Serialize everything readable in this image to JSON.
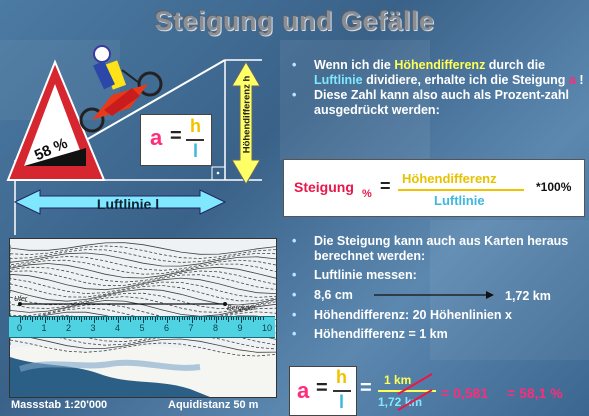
{
  "title": "Steigung und Gefälle",
  "sign_text": "58 %",
  "luftlinie_label": "Luftlinie l",
  "height_label": "Höhendifferenz h",
  "small_formula": {
    "lhs": "a",
    "eq": "=",
    "num": "h",
    "den": "l"
  },
  "bullets_top": [
    {
      "pre": "Wenn ich die ",
      "hl1": "Höhendifferenz",
      "mid": " durch die ",
      "hl2": "Luftlinie",
      "post": " dividiere, erhalte ich die Steigung ",
      "hl3": "a",
      "end": " !"
    },
    {
      "text": "Diese Zahl kann also auch als Prozent-zahl ausgedrückt werden:"
    }
  ],
  "formula_box": {
    "label": "Steigung",
    "sub": "%",
    "eq": "=",
    "num": "Höhendifferenz",
    "den": "Luftlinie",
    "times": "*100%"
  },
  "bullets_bottom": [
    "Die Steigung kann auch aus Karten heraus berechnet werden:",
    "Luftlinie messen:",
    "8,6 cm",
    "Höhendifferenz: 20 Höhenlinien x",
    "Höhendifferenz = 1 km"
  ],
  "arrow_value": "1,72  km",
  "bottom_formula": {
    "lhs": "a",
    "eq": "=",
    "num": "h",
    "den": "l",
    "eq2": "=",
    "frac_num": "1  km",
    "frac_den": "1,72  km",
    "result": "= 0,581",
    "percent": "= 58,1 %"
  },
  "map": {
    "ruler_ticks": [
      "0",
      "1",
      "2",
      "3",
      "4",
      "5",
      "6",
      "7",
      "8",
      "9",
      "10"
    ],
    "label_left": "Ufer",
    "label_right": "Bergkam"
  },
  "footer": {
    "left": "Massstab 1:20'000",
    "right": "Aquidistanz 50 m"
  },
  "colors": {
    "background": "#3f6b93",
    "cyan_arrow": "#7fe8ff",
    "yellow_arrow": "#ffff66",
    "magenta": "#ff2c7a",
    "sign_red": "#d6262f"
  }
}
